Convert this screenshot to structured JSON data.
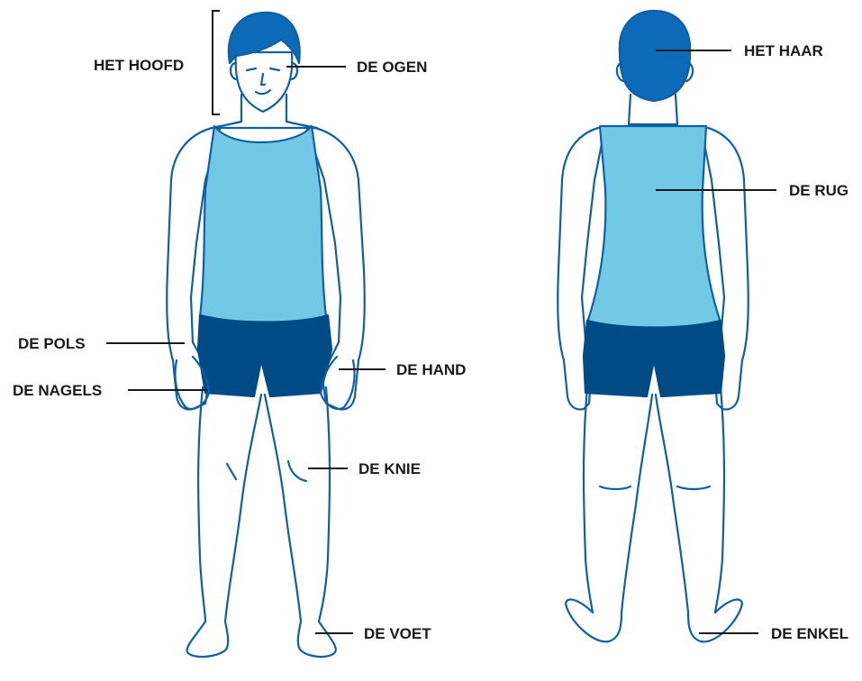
{
  "colors": {
    "outline": "#0f5fa6",
    "hair": "#0d6ab8",
    "shirt": "#72c9e6",
    "shorts": "#004a86",
    "leader": "#1a1a1a"
  },
  "labels": {
    "head": "HET HOOFD",
    "eyes": "DE OGEN",
    "wrist": "DE POLS",
    "nails": "DE NAGELS",
    "hand": "DE HAND",
    "knee": "DE KNIE",
    "foot": "DE VOET",
    "hair": "HET HAAR",
    "back": "DE RUG",
    "ankle": "DE ENKEL"
  }
}
